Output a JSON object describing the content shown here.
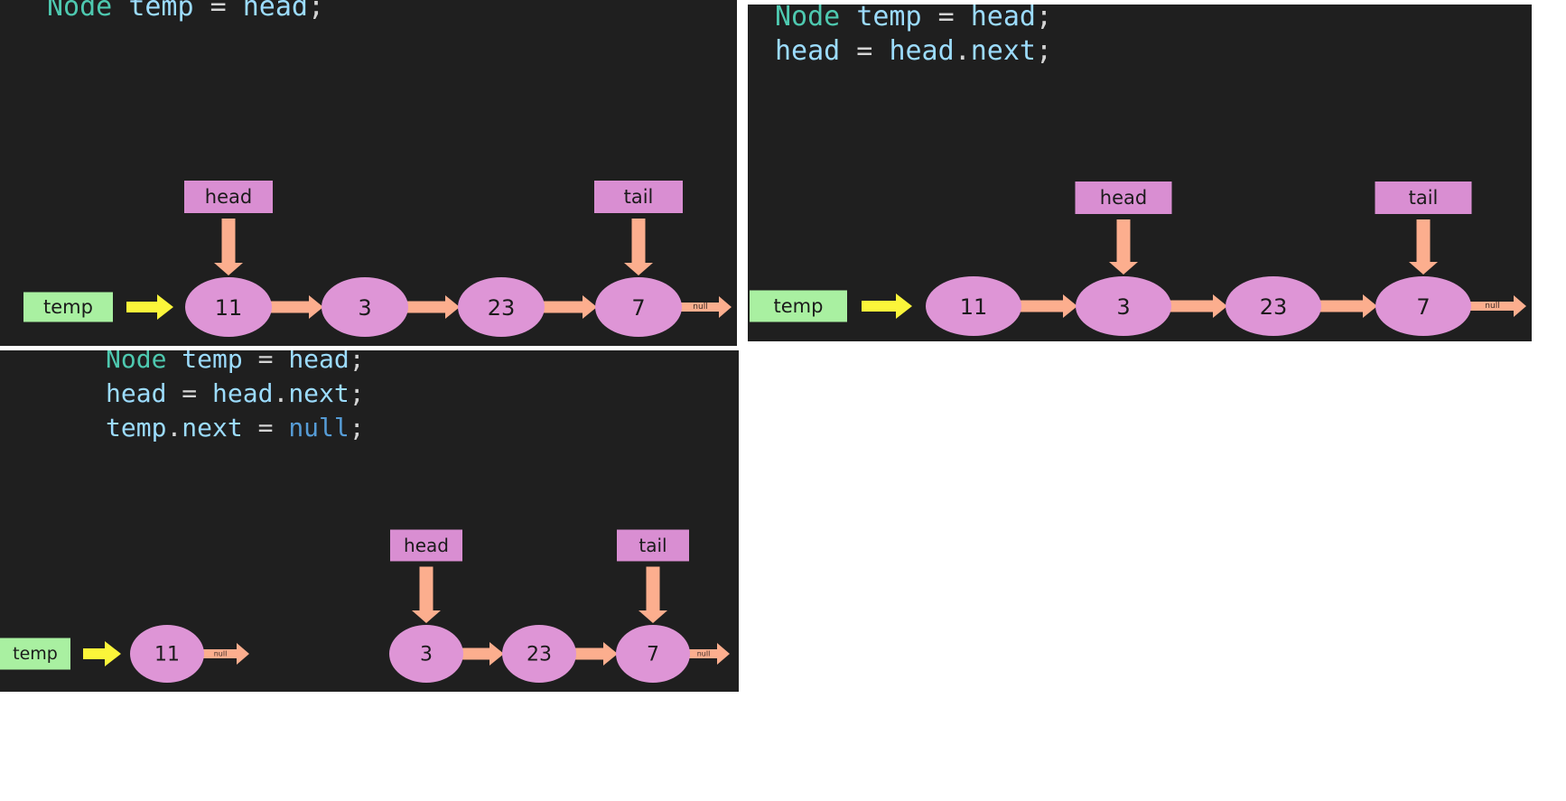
{
  "panels": [
    {
      "id": "step-1",
      "code": [
        [
          {
            "t": "Node",
            "k": "type"
          },
          {
            "t": " ",
            "k": "op"
          },
          {
            "t": "temp",
            "k": "ident"
          },
          {
            "t": " = ",
            "k": "op"
          },
          {
            "t": "head",
            "k": "ident"
          },
          {
            "t": ";",
            "k": "punct"
          }
        ]
      ],
      "temp_label": "temp",
      "head_label": "head",
      "tail_label": "tail",
      "nodes": [
        {
          "value": "11",
          "next": "3"
        },
        {
          "value": "3",
          "next": "23"
        },
        {
          "value": "23",
          "next": "7"
        },
        {
          "value": "7",
          "next": "null"
        }
      ],
      "null_label": "null",
      "temp_points_to": "11",
      "head_points_to": "11",
      "tail_points_to": "7"
    },
    {
      "id": "step-2",
      "code": [
        [
          {
            "t": "Node",
            "k": "type"
          },
          {
            "t": " ",
            "k": "op"
          },
          {
            "t": "temp",
            "k": "ident"
          },
          {
            "t": " = ",
            "k": "op"
          },
          {
            "t": "head",
            "k": "ident"
          },
          {
            "t": ";",
            "k": "punct"
          }
        ],
        [
          {
            "t": "head",
            "k": "ident"
          },
          {
            "t": " = ",
            "k": "op"
          },
          {
            "t": "head",
            "k": "ident"
          },
          {
            "t": ".",
            "k": "punct"
          },
          {
            "t": "next",
            "k": "ident"
          },
          {
            "t": ";",
            "k": "punct"
          }
        ]
      ],
      "temp_label": "temp",
      "head_label": "head",
      "tail_label": "tail",
      "nodes": [
        {
          "value": "11",
          "next": "3"
        },
        {
          "value": "3",
          "next": "23"
        },
        {
          "value": "23",
          "next": "7"
        },
        {
          "value": "7",
          "next": "null"
        }
      ],
      "null_label": "null",
      "temp_points_to": "11",
      "head_points_to": "3",
      "tail_points_to": "7"
    },
    {
      "id": "step-3",
      "code": [
        [
          {
            "t": "Node",
            "k": "type"
          },
          {
            "t": " ",
            "k": "op"
          },
          {
            "t": "temp",
            "k": "ident"
          },
          {
            "t": " = ",
            "k": "op"
          },
          {
            "t": "head",
            "k": "ident"
          },
          {
            "t": ";",
            "k": "punct"
          }
        ],
        [
          {
            "t": "head",
            "k": "ident"
          },
          {
            "t": " = ",
            "k": "op"
          },
          {
            "t": "head",
            "k": "ident"
          },
          {
            "t": ".",
            "k": "punct"
          },
          {
            "t": "next",
            "k": "ident"
          },
          {
            "t": ";",
            "k": "punct"
          }
        ],
        [
          {
            "t": "temp",
            "k": "ident"
          },
          {
            "t": ".",
            "k": "punct"
          },
          {
            "t": "next",
            "k": "ident"
          },
          {
            "t": " = ",
            "k": "op"
          },
          {
            "t": "null",
            "k": "kw"
          },
          {
            "t": ";",
            "k": "punct"
          }
        ]
      ],
      "temp_label": "temp",
      "head_label": "head",
      "tail_label": "tail",
      "nodes": [
        {
          "value": "11",
          "next": "null"
        },
        {
          "value": "3",
          "next": "23"
        },
        {
          "value": "23",
          "next": "7"
        },
        {
          "value": "7",
          "next": "null"
        }
      ],
      "null_label": "null",
      "temp_points_to": "11",
      "head_points_to": "3",
      "tail_points_to": "7"
    }
  ],
  "colors": {
    "background": "#1f1f1f",
    "node_fill": "#de95d6",
    "label_fill": "#d98ed2",
    "temp_fill": "#a9f0a1",
    "link_arrow": "#fcae8e",
    "temp_arrow": "#fbf53a",
    "node_text": "#1b1b1b",
    "code_type": "#4ec9b0",
    "code_ident": "#9cdcfe",
    "code_keyword": "#569cd6",
    "code_op": "#d4d4d4"
  }
}
